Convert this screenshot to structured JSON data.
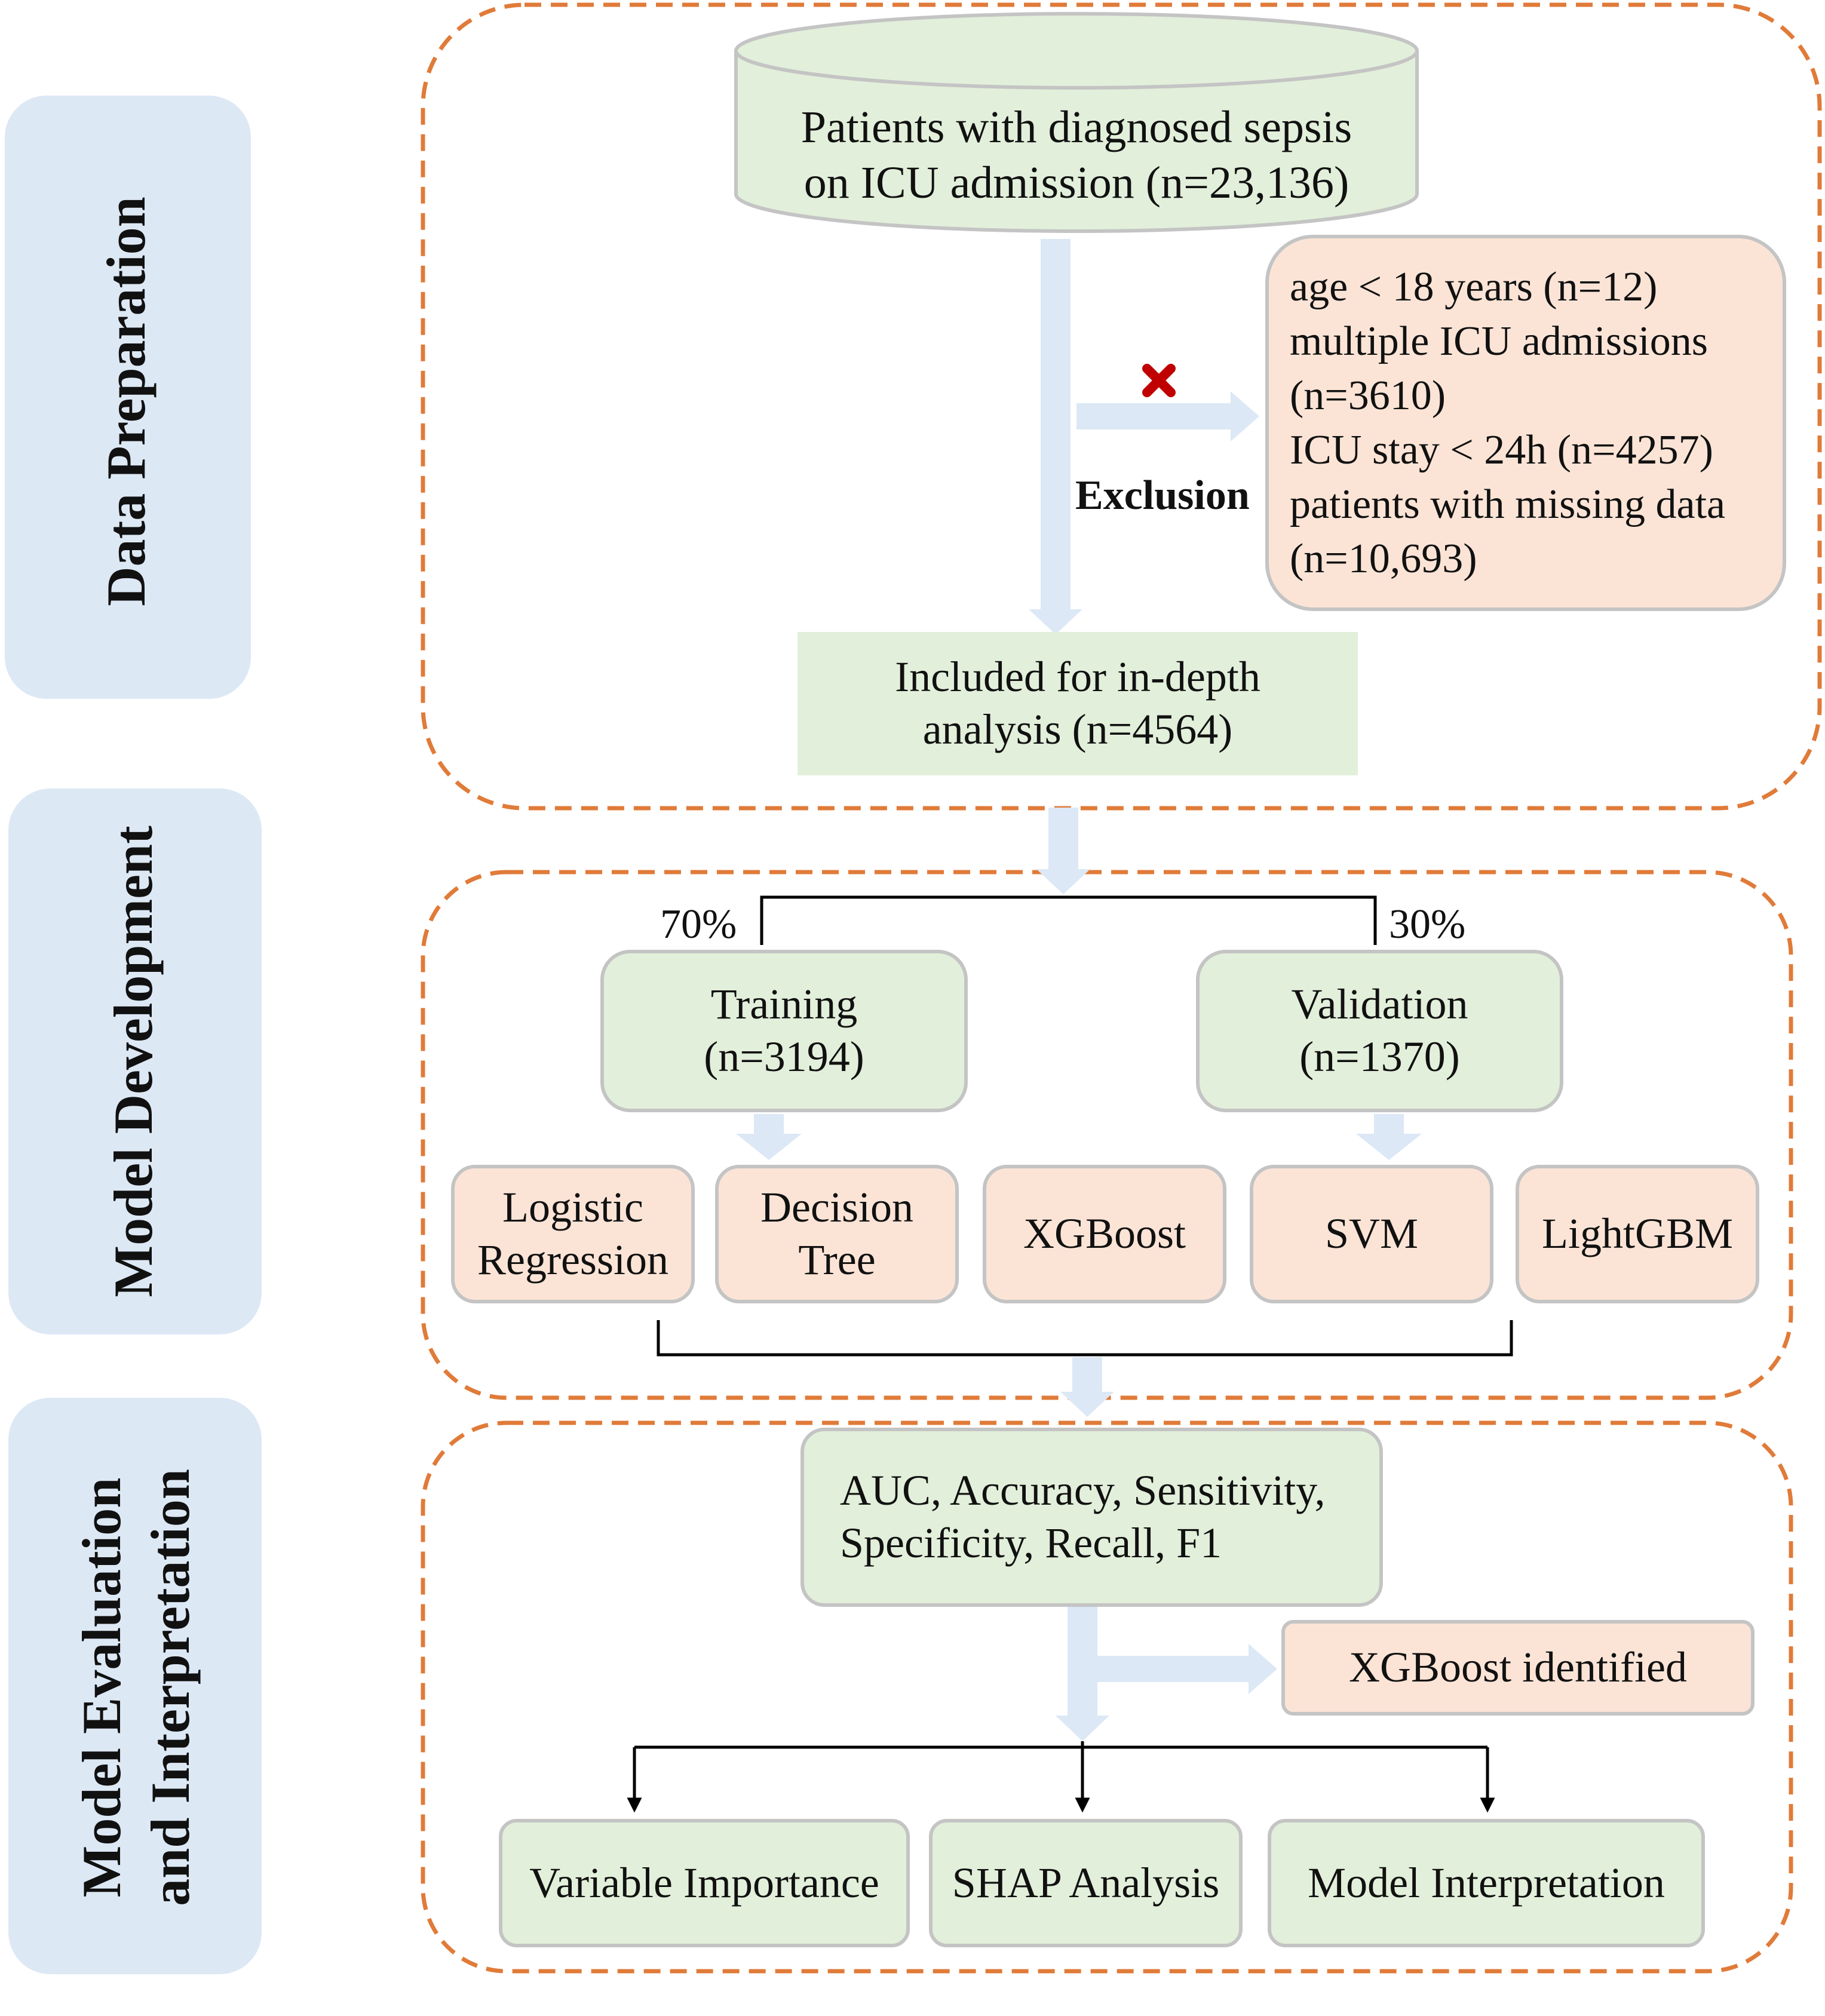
{
  "sections": {
    "data_preparation": "Data Preparation",
    "model_development": "Model Development",
    "model_evaluation_line1": "Model Evaluation",
    "model_evaluation_line2": "and Interpretation"
  },
  "data_prep": {
    "source": "Patients with diagnosed sepsis\non ICU admission (n=23,136)",
    "exclusion_label": "Exclusion",
    "exclusion_criteria": "age < 18 years (n=12)\nmultiple ICU admissions\n(n=3610)\nICU stay < 24h (n=4257)\npatients with missing data\n(n=10,693)",
    "included": "Included for in-depth\nanalysis (n=4564)"
  },
  "model_dev": {
    "split_train_pct": "70%",
    "split_valid_pct": "30%",
    "training": "Training\n(n=3194)",
    "validation": "Validation\n(n=1370)",
    "models": [
      "Logistic\nRegression",
      "Decision\nTree",
      "XGBoost",
      "SVM",
      "LightGBM"
    ]
  },
  "evaluation": {
    "metrics": "AUC, Accuracy, Sensitivity,\nSpecificity, Recall, F1",
    "best_model": "XGBoost identified",
    "outputs": [
      "Variable Importance",
      "SHAP Analysis",
      "Model Interpretation"
    ]
  },
  "colors": {
    "green_fill": "#e2efda",
    "peach_fill": "#fbe4d6",
    "side_panel": "#dde8f5",
    "dashed_border": "#e07b39",
    "flow_arrow": "#dce8f5",
    "exclusion_mark": "#c00000"
  }
}
